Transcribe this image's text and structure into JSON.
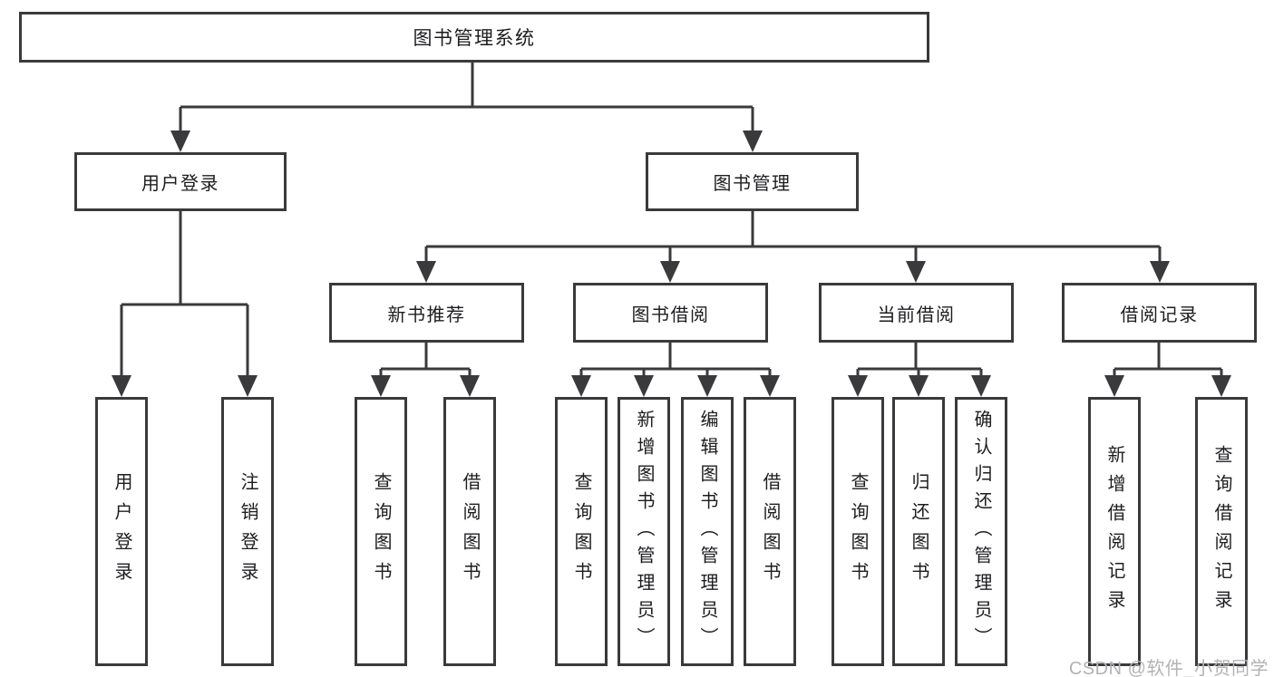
{
  "diagram": {
    "title": "图书管理系统",
    "nodes": {
      "root": {
        "label": "图书管理系统"
      },
      "level2": [
        {
          "label": "用户登录"
        },
        {
          "label": "图书管理"
        }
      ],
      "level3": [
        {
          "label": "新书推荐"
        },
        {
          "label": "图书借阅"
        },
        {
          "label": "当前借阅"
        },
        {
          "label": "借阅记录"
        }
      ],
      "leaves": {
        "user_login": [
          {
            "label": "用户登录"
          },
          {
            "label": "注销登录"
          }
        ],
        "new_book_recommend": [
          {
            "label": "查询图书"
          },
          {
            "label": "借阅图书"
          }
        ],
        "book_borrow": [
          {
            "label": "查询图书"
          },
          {
            "label": "新增图书（管理员）"
          },
          {
            "label": "编辑图书（管理员）"
          },
          {
            "label": "借阅图书"
          }
        ],
        "current_borrow": [
          {
            "label": "查询图书"
          },
          {
            "label": "归还图书"
          },
          {
            "label": "确认归还（管理员）"
          }
        ],
        "borrow_records": [
          {
            "label": "新增借阅记录"
          },
          {
            "label": "查询借阅记录"
          }
        ]
      }
    }
  },
  "watermark": {
    "text": "CSDN @软件_小贺同学"
  },
  "colors": {
    "line": "#3a3a3c",
    "text": "#1d1d20",
    "background": "#ffffff",
    "watermark": "#b3b3b6"
  }
}
